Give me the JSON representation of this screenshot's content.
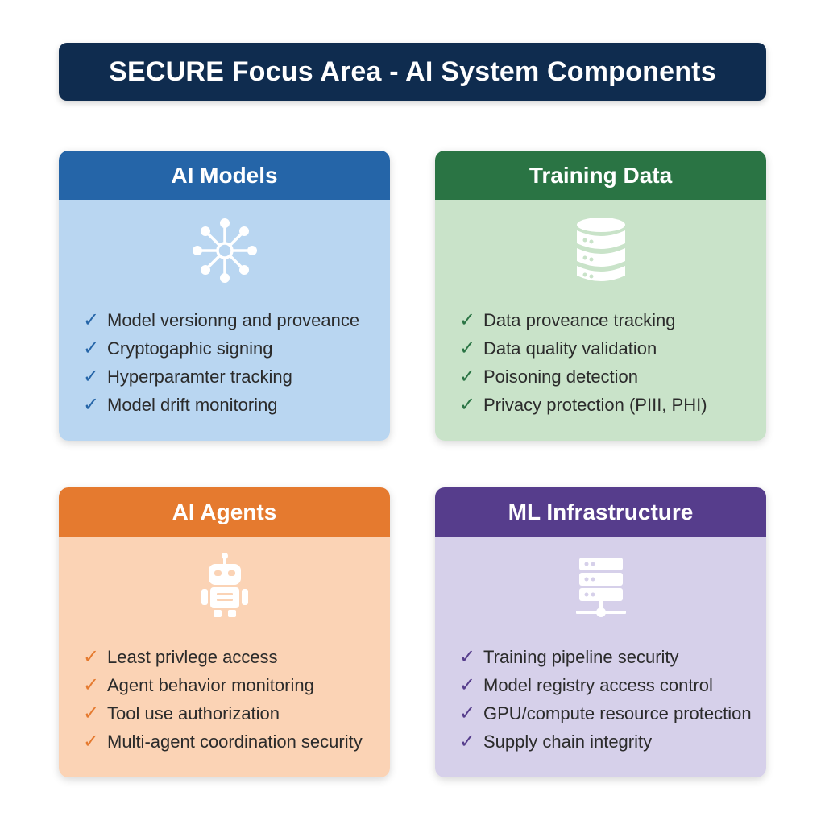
{
  "title": "SECURE Focus Area - AI System Components",
  "colors": {
    "title_bg": "#0f2c4f",
    "models_header": "#2565a8",
    "models_body": "#b9d6f1",
    "models_check": "#2565a8",
    "data_header": "#2a7444",
    "data_body": "#c9e3c9",
    "data_check": "#2a7444",
    "agents_header": "#e57a2f",
    "agents_body": "#fbd3b5",
    "agents_check": "#e57a2f",
    "infra_header": "#563d8c",
    "infra_body": "#d6d0ea",
    "infra_check": "#563d8c"
  },
  "cards": [
    {
      "header": "AI Models",
      "icon": "neural-network-icon",
      "items": [
        "Model versionng and proveance",
        "Cryptogaphic signing",
        "Hyperparamter tracking",
        "Model drift monitoring"
      ]
    },
    {
      "header": "Training Data",
      "icon": "database-icon",
      "items": [
        "Data proveance tracking",
        "Data quality validation",
        "Poisoning detection",
        "Privacy protection (PIII, PHI)"
      ]
    },
    {
      "header": "AI Agents",
      "icon": "robot-icon",
      "items": [
        "Least privlege access",
        "Agent behavior monitoring",
        "Tool use authorization",
        "Multi-agent coordination security"
      ]
    },
    {
      "header": "ML Infrastructure",
      "icon": "server-network-icon",
      "items": [
        "Training pipeline security",
        "Model registry access control",
        "GPU/compute resource protection",
        "Supply chain integrity"
      ]
    }
  ]
}
